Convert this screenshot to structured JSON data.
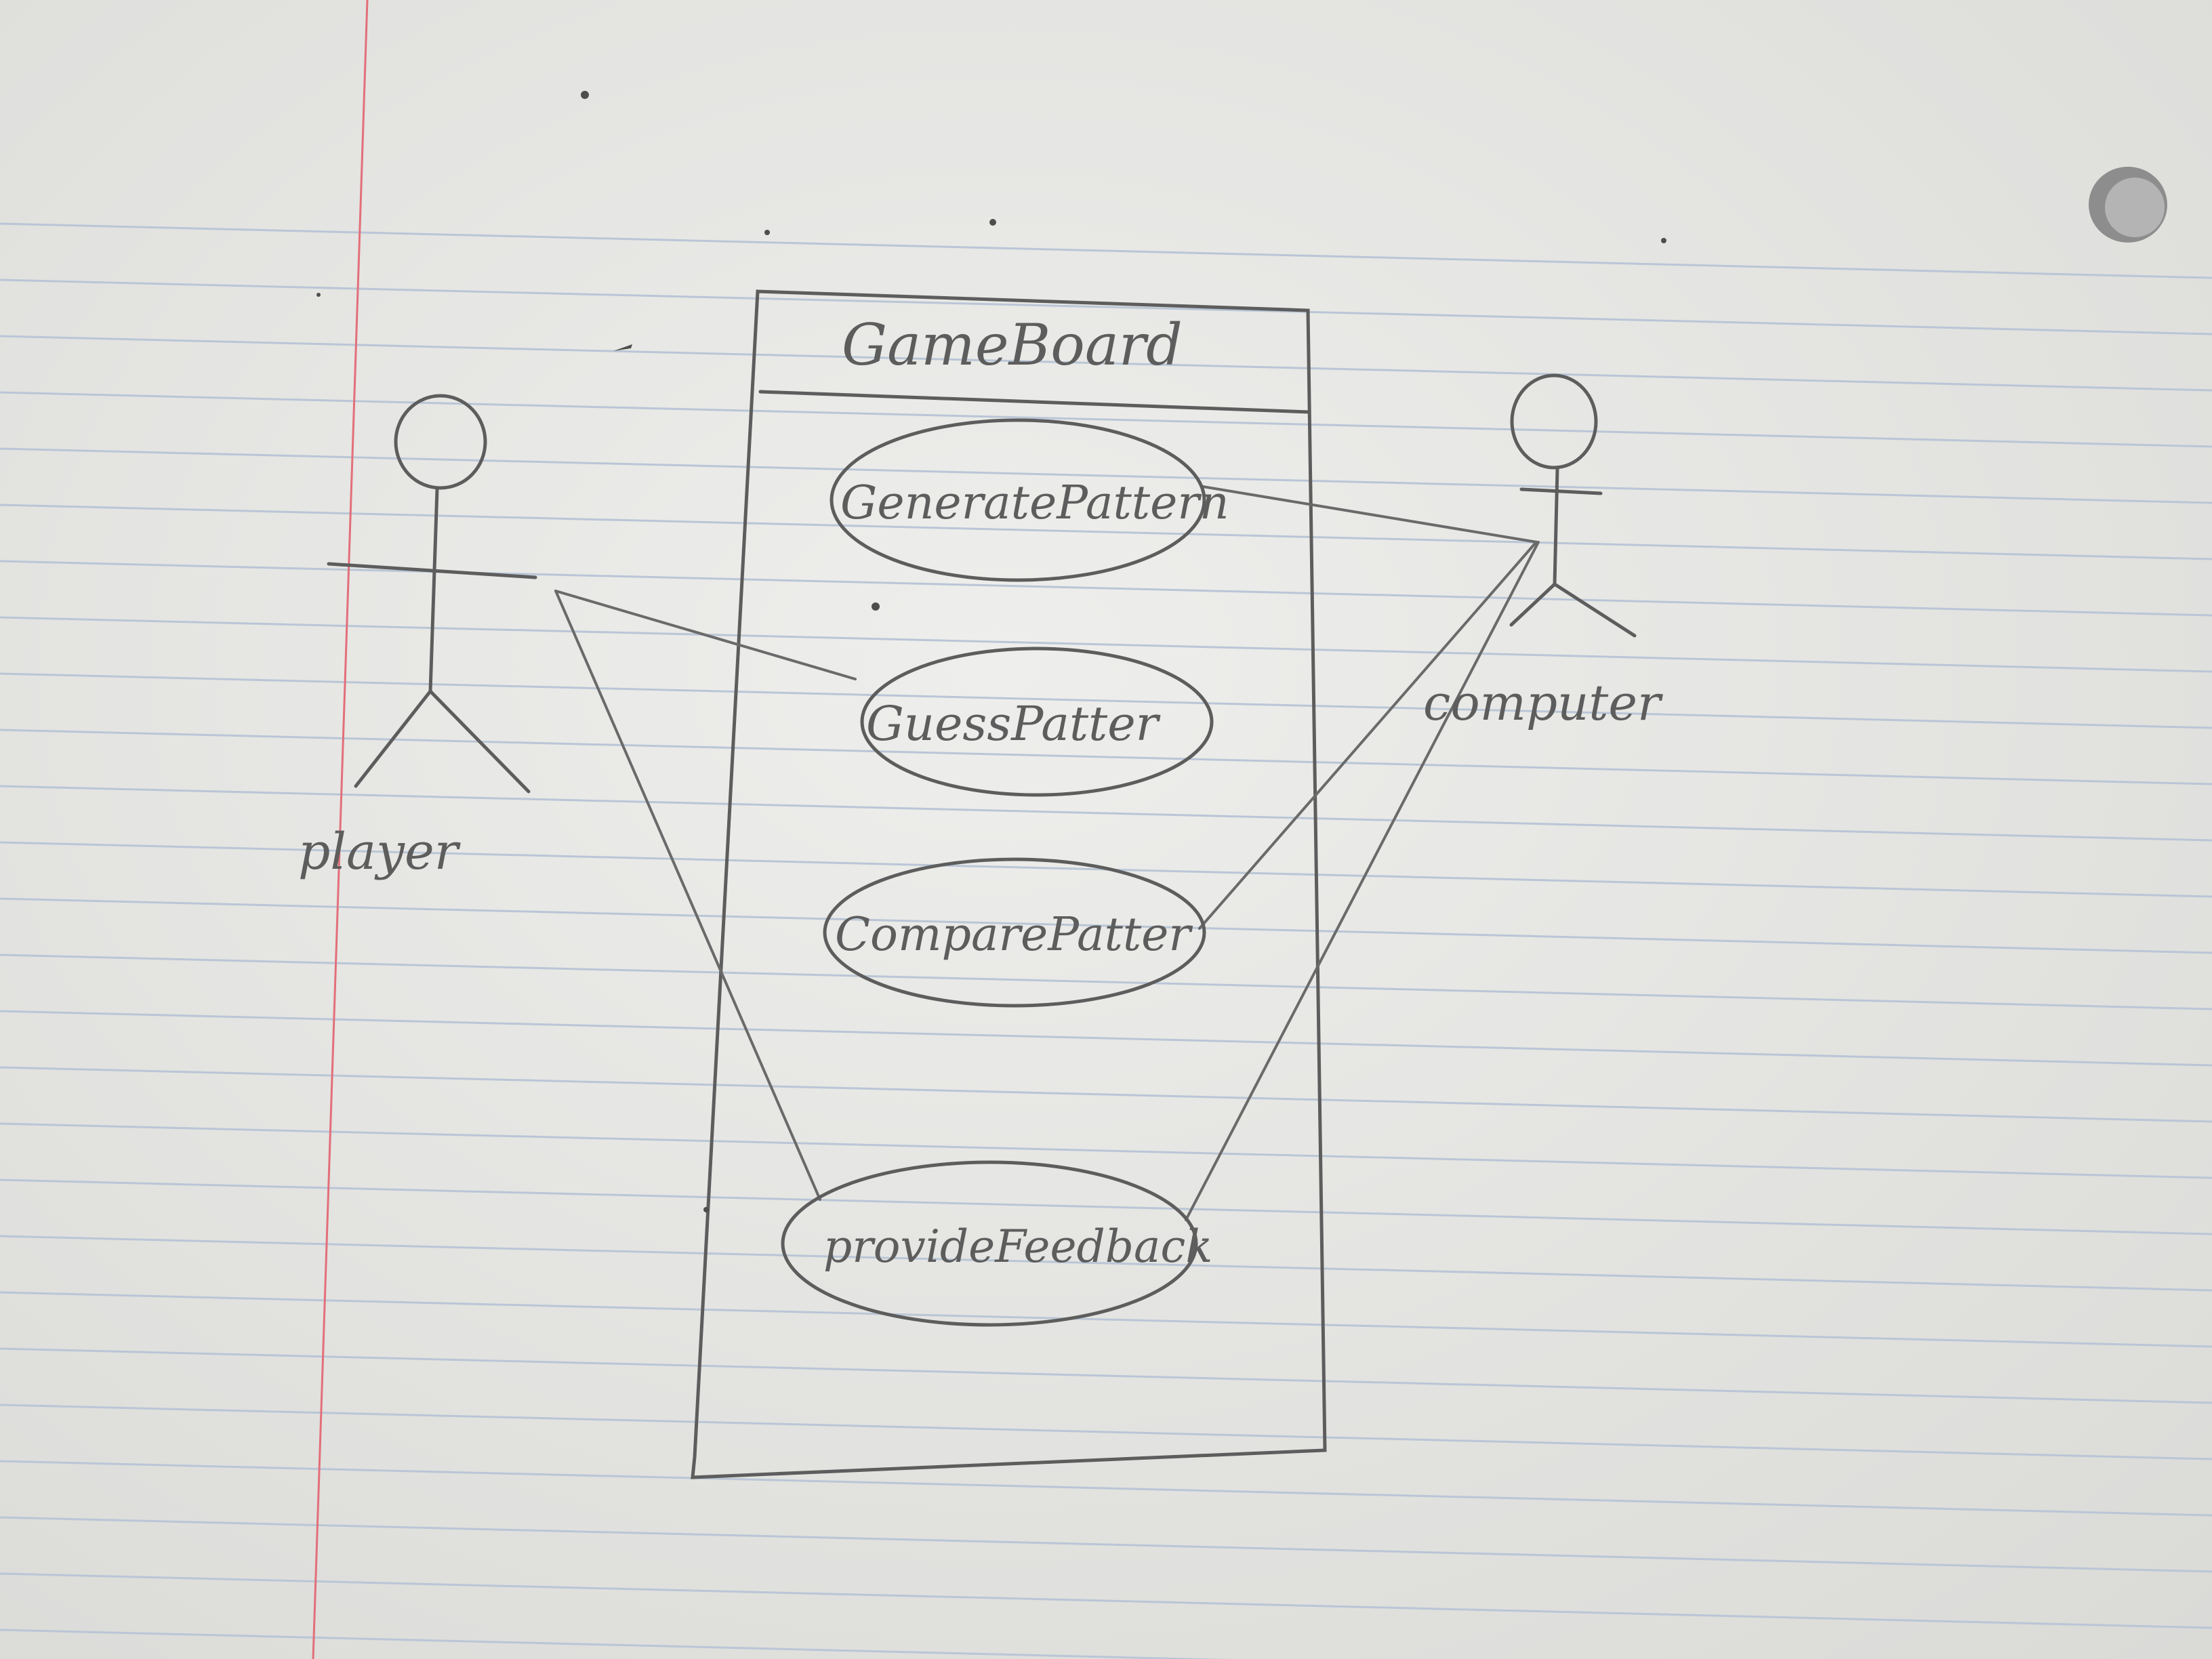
{
  "diagram": {
    "system": {
      "title": "GameBoard"
    },
    "actors": [
      {
        "id": "player",
        "label": "player"
      },
      {
        "id": "computer",
        "label": "computer"
      }
    ],
    "use_cases": [
      {
        "id": "generate",
        "label": "GeneratePattern"
      },
      {
        "id": "guess",
        "label": "GuessPatter"
      },
      {
        "id": "compare",
        "label": "ComparePatter"
      },
      {
        "id": "feedback",
        "label": "provideFeedback"
      }
    ],
    "associations": [
      {
        "from": "player",
        "to": "guess"
      },
      {
        "from": "player",
        "to": "feedback"
      },
      {
        "from": "computer",
        "to": "generate"
      },
      {
        "from": "computer",
        "to": "compare"
      },
      {
        "from": "computer",
        "to": "feedback"
      }
    ]
  },
  "colors": {
    "paper": "#e6e6e4",
    "ruled_line": "#b9c6d6",
    "margin_line": "#e26f7a",
    "pencil": "#5d5d5d"
  }
}
